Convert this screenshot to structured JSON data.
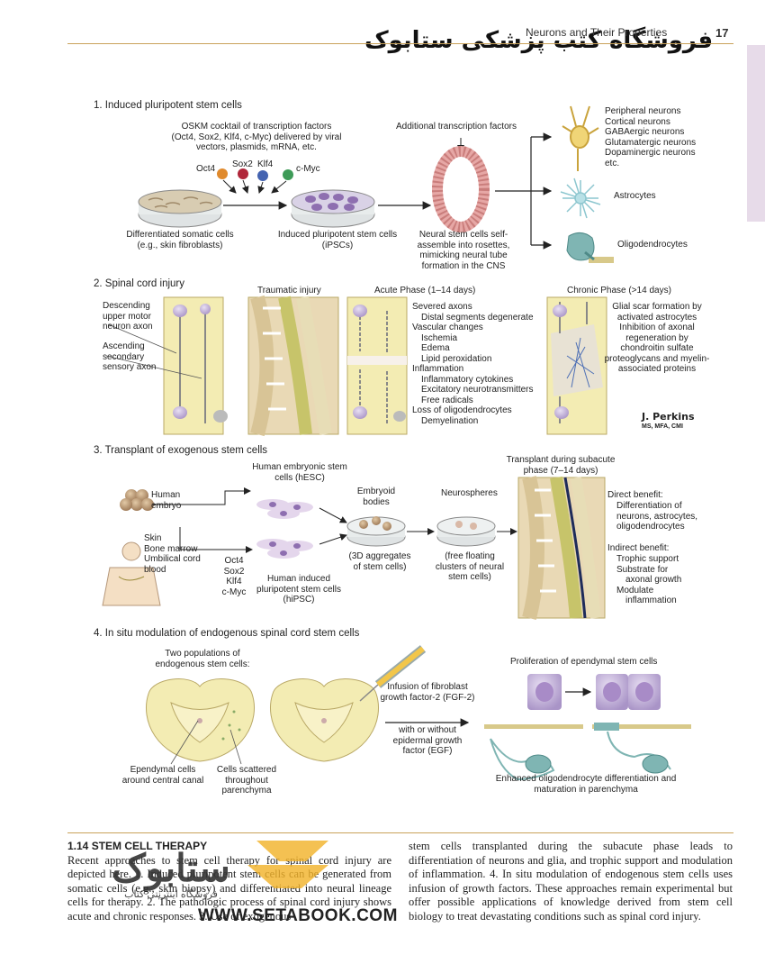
{
  "header": {
    "running_title": "Neurons and Their Properties",
    "page_number": "17",
    "watermark_persian": "فروشگاه کتب پزشکی ستابوک"
  },
  "figure": {
    "s1": {
      "title": "1. Induced pluripotent stem cells",
      "cocktail": "OSKM cocktail of transcription factors (Oct4, Sox2, Klf4, c-Myc) delivered by viral vectors, plasmids, mRNA, etc.",
      "oct4": "Oct4",
      "sox2": "Sox2",
      "klf4": "Klf4",
      "cmyc": "c-Myc",
      "diff_cells": "Differentiated somatic cells (e.g., skin fibroblasts)",
      "ipsc": "Induced pluripotent stem cells (iPSCs)",
      "additional": "Additional transcription factors",
      "nsc": "Neural stem cells self-assemble into rosettes, mimicking neural tube formation in the CNS",
      "neurons": "Peripheral neurons\nCortical neurons\nGABAergic neurons\nGlutamatergic neurons\nDopaminergic neurons\netc.",
      "astrocytes": "Astrocytes",
      "oligos": "Oligodendrocytes"
    },
    "s2": {
      "title": "2. Spinal cord injury",
      "descending": "Descending upper motor neuron axon",
      "ascending": "Ascending secondary sensory axon",
      "traumatic": "Traumatic injury",
      "acute": "Acute Phase (1–14 days)",
      "chronic": "Chronic Phase (>14 days)",
      "acute_list": [
        {
          "t": "Severed axons",
          "i": 0
        },
        {
          "t": "Distal segments degenerate",
          "i": 1
        },
        {
          "t": "Vascular changes",
          "i": 0
        },
        {
          "t": "Ischemia",
          "i": 1
        },
        {
          "t": "Edema",
          "i": 1
        },
        {
          "t": "Lipid peroxidation",
          "i": 1
        },
        {
          "t": "Inflammation",
          "i": 0
        },
        {
          "t": "Inflammatory cytokines",
          "i": 1
        },
        {
          "t": "Excitatory neurotransmitters",
          "i": 1
        },
        {
          "t": "Free radicals",
          "i": 1
        },
        {
          "t": "Loss of oligodendrocytes",
          "i": 0
        },
        {
          "t": "Demyelination",
          "i": 1
        }
      ],
      "chronic_list": "Glial scar formation by activated astrocytes\nInhibition of axonal regeneration by chondroitin sulfate proteoglycans and myelin-associated proteins",
      "credit": "J. Perkins",
      "credit_sub": "MS, MFA, CMI"
    },
    "s3": {
      "title": "3. Transplant of exogenous stem cells",
      "hesc": "Human embryonic stem cells (hESC)",
      "embryo": "Human embryo",
      "sources": "Skin\nBone marrow\nUmbilical cord blood",
      "factors": "Oct4\nSox2\nKlf4\nc-Myc",
      "hipsc": "Human induced pluripotent stem cells (hiPSC)",
      "eb": "Embryoid bodies",
      "eb_desc": "(3D aggregates of stem cells)",
      "ns": "Neurospheres",
      "ns_desc": "(free floating clusters of neural stem cells)",
      "transplant": "Transplant during subacute phase (7–14 days)",
      "direct": "Direct benefit:",
      "direct_desc": "Differentiation of neurons, astrocytes, oligodendrocytes",
      "indirect": "Indirect benefit:",
      "indirect_list": [
        "Trophic support",
        "Substrate for",
        "axonal growth",
        "Modulate",
        "inflammation"
      ]
    },
    "s4": {
      "title": "4. In situ modulation of endogenous spinal cord stem cells",
      "two_pop": "Two populations of endogenous stem cells:",
      "ependymal": "Ependymal cells around central canal",
      "scattered": "Cells scattered throughout parenchyma",
      "fgf": "Infusion of fibroblast growth factor-2 (FGF-2)",
      "egf": "with or without epidermal growth factor (EGF)",
      "prolif": "Proliferation of ependymal stem cells",
      "enhanced": "Enhanced oligodendrocyte differentiation and maturation in parenchyma"
    }
  },
  "body": {
    "heading": "1.14 STEM CELL THERAPY",
    "col1": "Recent approaches to stem cell therapy for spinal cord injury are depicted here. 1. Induced pluripotent stem cells can be generated from somatic cells (e.g., skin biopsy) and differentiated into neural lineage cells for therapy. 2. The pathologic process of spinal cord injury shows acute and chronic responses. 3. Use of exogenous",
    "col2": "stem cells transplanted during the subacute phase leads to differentiation of neurons and glia, and trophic support and modulation of inflammation. 4. In situ modulation of endogenous stem cells uses infusion of growth factors. These approaches remain experimental but offer possible applications of knowledge derived from stem cell biology to treat devastating conditions such as spinal cord injury."
  },
  "watermark": {
    "url": "WWW.SETABOOK.COM",
    "logo_text": "ستابوک",
    "logo_sub": "فروشگاه اینترنتی کتاب"
  },
  "colors": {
    "accent_rule": "#c9a25a",
    "neuron_purple": "#8e7fb7",
    "cord_yellow": "#f3ecb3",
    "tab_lilac": "#e7dbe9",
    "oligo_teal": "#7fb5b3"
  }
}
